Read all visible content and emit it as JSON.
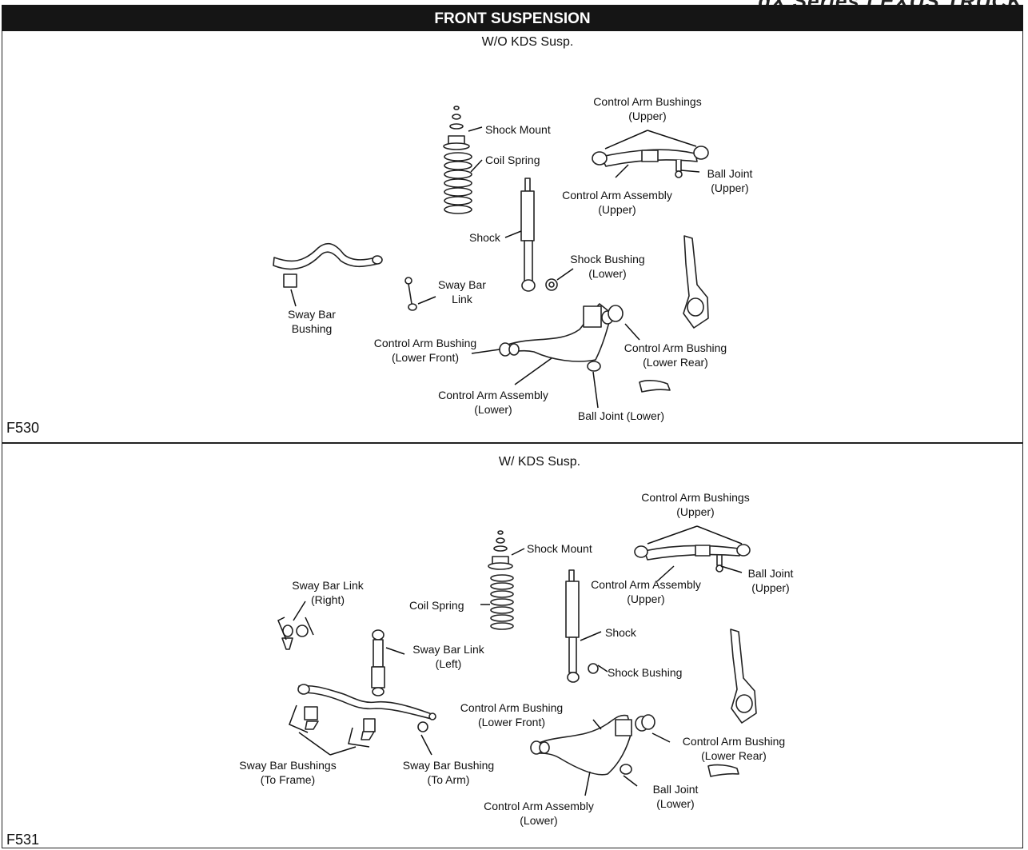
{
  "header": {
    "title": "FRONT SUSPENSION",
    "corner_text": "dX Series LEXUS TRUCK"
  },
  "section1": {
    "title": "W/O KDS Susp.",
    "figure_id": "F530",
    "labels": {
      "shock_mount": "Shock Mount",
      "coil_spring": "Coil Spring",
      "cab_upper_l1": "Control Arm Bushings",
      "cab_upper_l2": "(Upper)",
      "ball_joint_upper_l1": "Ball Joint",
      "ball_joint_upper_l2": "(Upper)",
      "caa_upper_l1": "Control Arm Assembly",
      "caa_upper_l2": "(Upper)",
      "shock": "Shock",
      "shock_bushing_l1": "Shock Bushing",
      "shock_bushing_l2": "(Lower)",
      "sway_bar_link_l1": "Sway Bar",
      "sway_bar_link_l2": "Link",
      "sway_bar_bushing_l1": "Sway Bar",
      "sway_bar_bushing_l2": "Bushing",
      "cab_lower_front_l1": "Control Arm Bushing",
      "cab_lower_front_l2": "(Lower Front)",
      "cab_lower_rear_l1": "Control Arm Bushing",
      "cab_lower_rear_l2": "(Lower Rear)",
      "caa_lower_l1": "Control Arm Assembly",
      "caa_lower_l2": "(Lower)",
      "ball_joint_lower": "Ball Joint (Lower)"
    }
  },
  "section2": {
    "title": "W/ KDS Susp.",
    "figure_id": "F531",
    "labels": {
      "cab_upper_l1": "Control Arm Bushings",
      "cab_upper_l2": "(Upper)",
      "shock_mount": "Shock Mount",
      "caa_upper_l1": "Control Arm Assembly",
      "caa_upper_l2": "(Upper)",
      "ball_joint_upper_l1": "Ball Joint",
      "ball_joint_upper_l2": "(Upper)",
      "sbl_right_l1": "Sway Bar Link",
      "sbl_right_l2": "(Right)",
      "coil_spring": "Coil Spring",
      "shock": "Shock",
      "sbl_left_l1": "Sway Bar Link",
      "sbl_left_l2": "(Left)",
      "shock_bushing": "Shock Bushing",
      "cab_lower_front_l1": "Control Arm Bushing",
      "cab_lower_front_l2": "(Lower Front)",
      "cab_lower_rear_l1": "Control Arm Bushing",
      "cab_lower_rear_l2": "(Lower Rear)",
      "sbb_frame_l1": "Sway Bar Bushings",
      "sbb_frame_l2": "(To Frame)",
      "sbb_arm_l1": "Sway Bar Bushing",
      "sbb_arm_l2": "(To Arm)",
      "ball_joint_lower_l1": "Ball Joint",
      "ball_joint_lower_l2": "(Lower)",
      "caa_lower_l1": "Control Arm Assembly",
      "caa_lower_l2": "(Lower)"
    }
  }
}
